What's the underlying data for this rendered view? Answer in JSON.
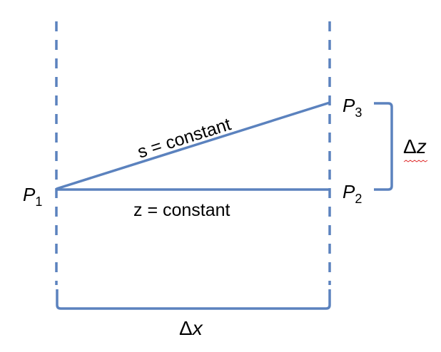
{
  "colors": {
    "line": "#5b82be",
    "spellcheck": "#e03030",
    "text": "#000000"
  },
  "points": {
    "p1": {
      "base": "P",
      "sub": "1"
    },
    "p2": {
      "base": "P",
      "sub": "2"
    },
    "p3": {
      "base": "P",
      "sub": "3"
    }
  },
  "labels": {
    "s_constant": "s = constant",
    "z_constant": "z = constant",
    "delta_z": {
      "delta": "Δ",
      "var": "z"
    },
    "delta_x": {
      "delta": "Δ",
      "var": "x"
    }
  }
}
